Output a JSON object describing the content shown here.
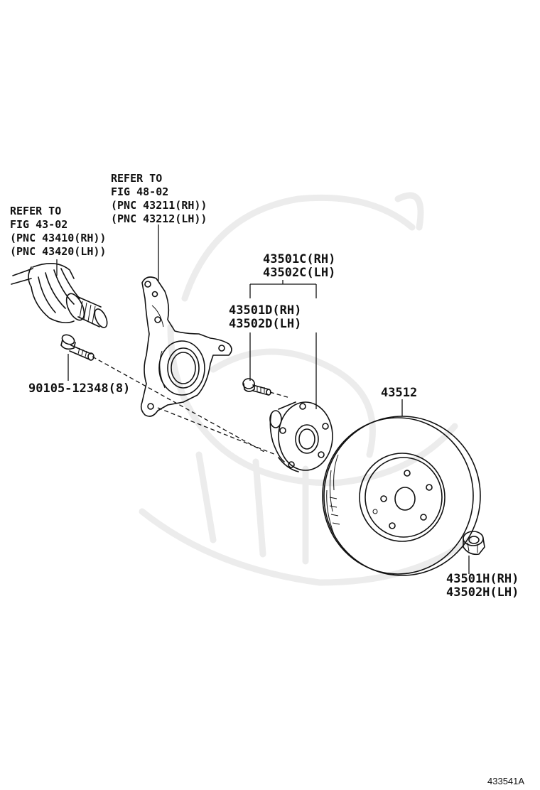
{
  "labels": {
    "driveshaft": {
      "line1": "REFER TO",
      "line2": "FIG 43-02",
      "line3": "(PNC 43410(RH))",
      "line4": "(PNC 43420(LH))"
    },
    "knuckle": {
      "line1": "REFER TO",
      "line2": "FIG 48-02",
      "line3": "(PNC 43211(RH))",
      "line4": "(PNC 43212(LH))"
    },
    "bolt": "90105-12348(8)",
    "hub_assy": {
      "rh": "43501C(RH)",
      "lh": "43502C(LH)"
    },
    "hub_bolt": {
      "rh": "43501D(RH)",
      "lh": "43502D(LH)"
    },
    "rotor": "43512",
    "nut": {
      "rh": "43501H(RH)",
      "lh": "43502H(LH)"
    }
  },
  "figure_number": "433541A"
}
